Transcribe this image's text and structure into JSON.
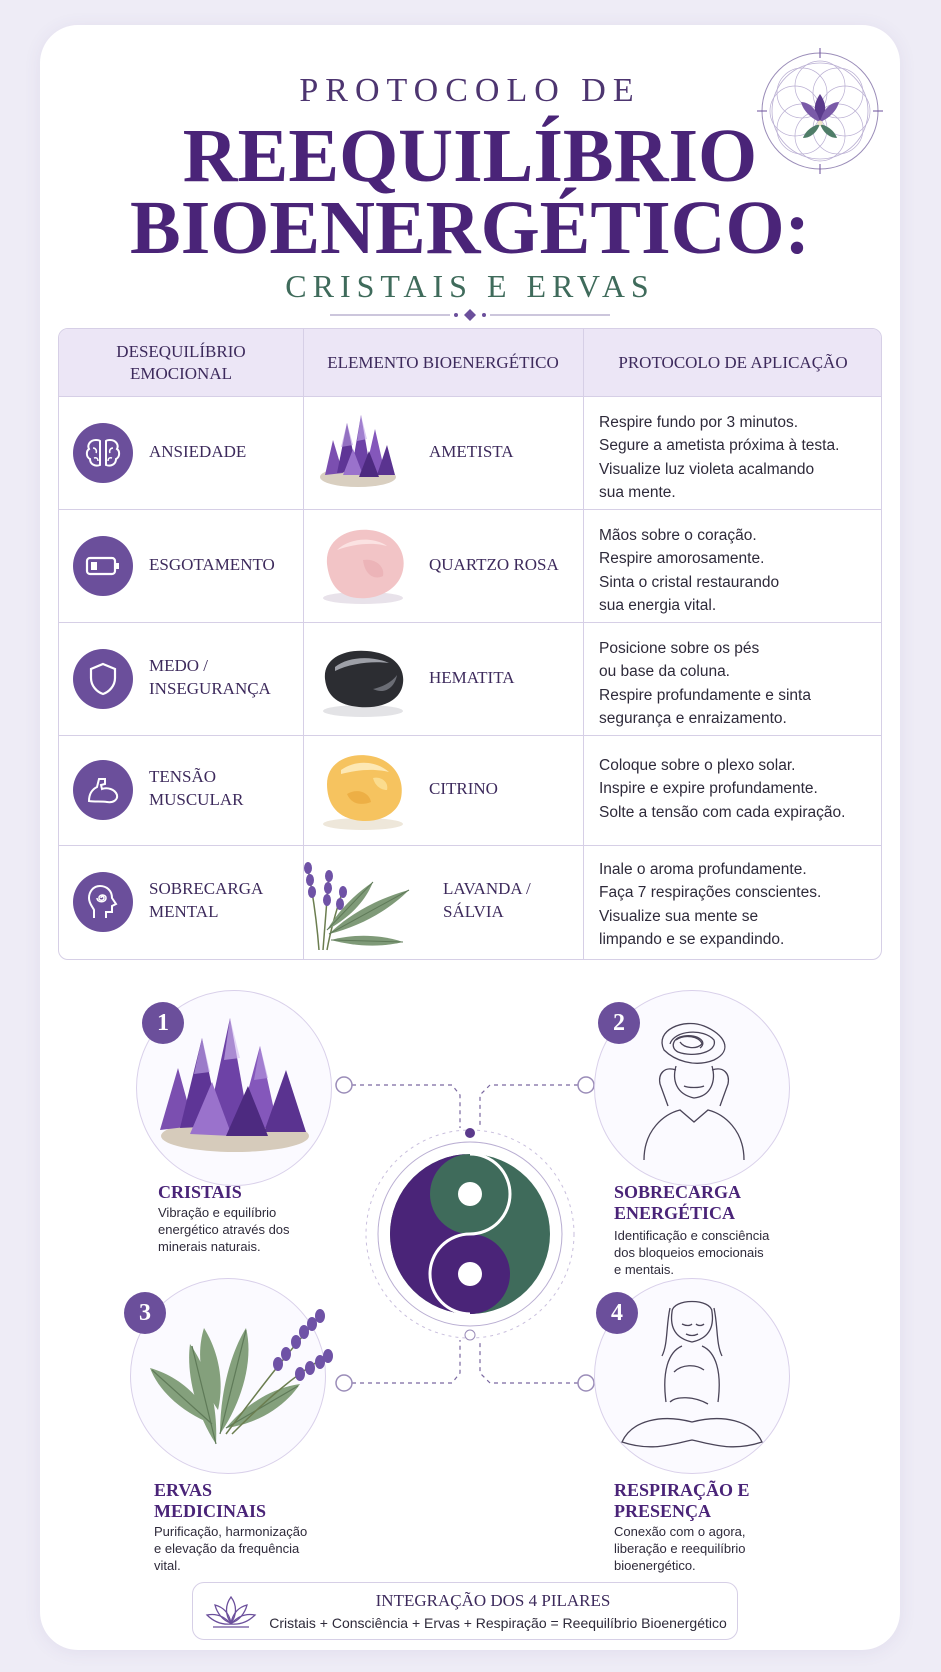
{
  "header": {
    "subtitle_top": "PROTOCOLO DE",
    "title_line1": "REEQUILÍBRIO",
    "title_line2": "BIOENERGÉTICO:",
    "subtitle_bottom": "CRISTAIS E ERVAS"
  },
  "table": {
    "headers": [
      "DESEQUILÍBRIO EMOCIONAL",
      "ELEMENTO BIOENERGÉTICO",
      "PROTOCOLO DE APLICAÇÃO"
    ],
    "rows": [
      {
        "emotion_lines": [
          "ANSIEDADE"
        ],
        "icon": "brain-icon",
        "element_lines": [
          "AMETISTA"
        ],
        "stone": "amethyst",
        "protocol": [
          "Respire fundo por 3 minutos.",
          "Segure a ametista próxima à testa.",
          "Visualize luz violeta acalmando",
          "sua mente."
        ]
      },
      {
        "emotion_lines": [
          "ESGOTAMENTO"
        ],
        "icon": "battery-low-icon",
        "element_lines": [
          "QUARTZO ROSA"
        ],
        "stone": "rose-quartz",
        "protocol": [
          "Mãos sobre o coração.",
          "Respire amorosamente.",
          "Sinta o cristal restaurando",
          "sua energia vital."
        ]
      },
      {
        "emotion_lines": [
          "MEDO /",
          "INSEGURANÇA"
        ],
        "icon": "shield-icon",
        "element_lines": [
          "HEMATITA"
        ],
        "stone": "hematite",
        "protocol": [
          "Posicione sobre os pés",
          "ou base da coluna.",
          "Respire profundamente e sinta",
          "segurança e enraizamento."
        ]
      },
      {
        "emotion_lines": [
          "TENSÃO",
          "MUSCULAR"
        ],
        "icon": "muscle-arm-icon",
        "element_lines": [
          "CITRINO"
        ],
        "stone": "citrine",
        "protocol": [
          "Coloque sobre o plexo solar.",
          "Inspire e expire profundamente.",
          "Solte a tensão com cada expiração."
        ]
      },
      {
        "emotion_lines": [
          "SOBRECARGA",
          "MENTAL"
        ],
        "icon": "mind-spiral-icon",
        "element_lines": [
          "LAVANDA /",
          "SÁLVIA"
        ],
        "stone": "lavender-sage",
        "protocol": [
          "Inale o aroma profundamente.",
          "Faça 7 respirações conscientes.",
          "Visualize sua mente se",
          "limpando e se expandindo."
        ]
      }
    ]
  },
  "pillars": [
    {
      "number": "1",
      "title_lines": [
        "CRISTAIS"
      ],
      "desc_lines": [
        "Vibração e equilíbrio",
        "energético através dos",
        "minerais naturais."
      ]
    },
    {
      "number": "2",
      "title_lines": [
        "SOBRECARGA",
        "ENERGÉTICA"
      ],
      "desc_lines": [
        "Identificação e consciência",
        "dos bloqueios emocionais",
        "e mentais."
      ]
    },
    {
      "number": "3",
      "title_lines": [
        "ERVAS",
        "MEDICINAIS"
      ],
      "desc_lines": [
        "Purificação, harmonização",
        "e elevação da frequência",
        "vital."
      ]
    },
    {
      "number": "4",
      "title_lines": [
        "RESPIRAÇÃO E",
        "PRESENÇA"
      ],
      "desc_lines": [
        "Conexão com o agora,",
        "liberação e reequilíbrio",
        "bioenergético."
      ]
    }
  ],
  "footer": {
    "title": "INTEGRAÇÃO DOS 4 PILARES",
    "subtitle": "Cristais + Consciência + Ervas + Respiração = Reequilíbrio Bioenergético"
  },
  "colors": {
    "primary_purple": "#4a2478",
    "icon_purple": "#6b4f9b",
    "green": "#3f6b5b",
    "header_bg": "#ece6f6"
  }
}
